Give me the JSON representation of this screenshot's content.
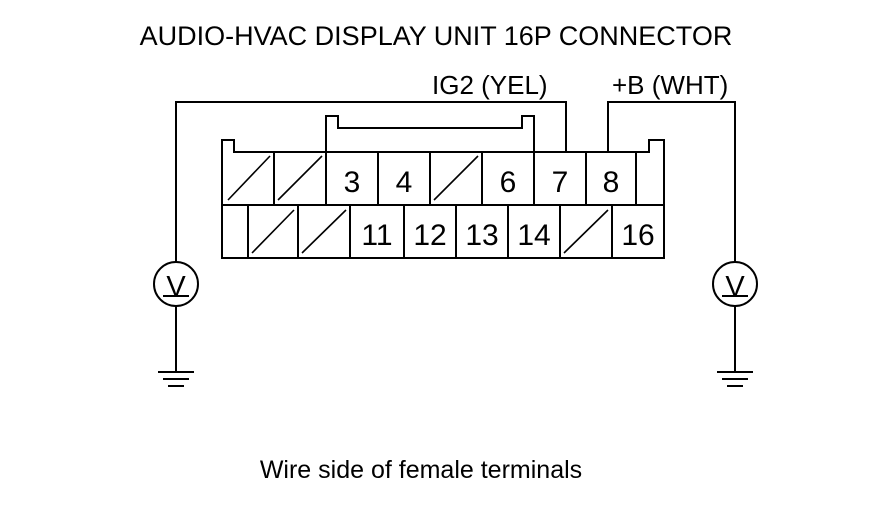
{
  "title": "AUDIO-HVAC DISPLAY UNIT 16P CONNECTOR",
  "wires": {
    "ig2": "IG2 (YEL)",
    "b_plus": "+B (WHT)"
  },
  "connector": {
    "row1": [
      "",
      "",
      "3",
      "4",
      "",
      "6",
      "7",
      "8",
      ""
    ],
    "row2": [
      "",
      "",
      "",
      "11",
      "12",
      "13",
      "14",
      "",
      "16"
    ]
  },
  "meters": {
    "left_symbol": "V",
    "right_symbol": "V"
  },
  "caption": "Wire side of female terminals",
  "colors": {
    "line": "#000000",
    "background": "#ffffff"
  }
}
